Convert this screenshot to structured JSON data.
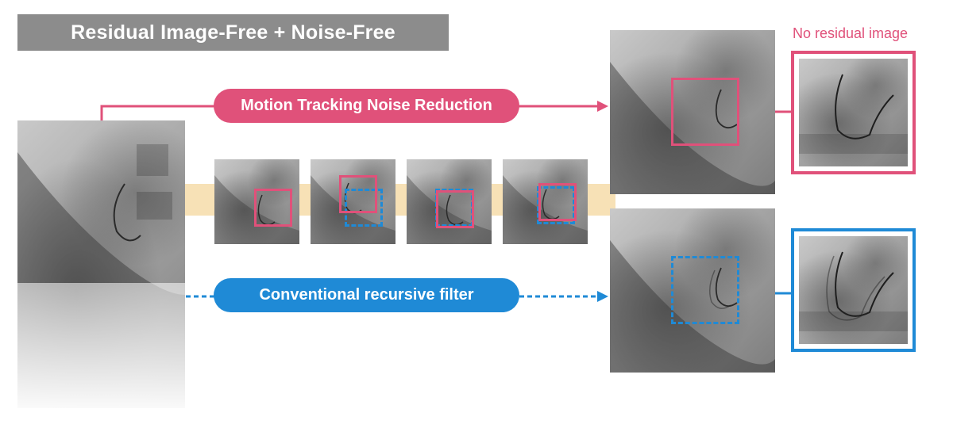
{
  "title": "Residual Image-Free + Noise-Free",
  "paths": {
    "pink_label": "Motion Tracking Noise Reduction",
    "blue_label": "Conventional recursive filter"
  },
  "zoom_caption": "No residual image",
  "colors": {
    "title_bg": "#8c8c8c",
    "pink": "#e0517a",
    "blue": "#1f8ad6",
    "band": "#f7e1b6"
  },
  "frames": [
    {
      "highlight": "pink"
    },
    {
      "highlight": "pink+blue"
    },
    {
      "highlight": "pink+blue"
    },
    {
      "highlight": "pink+blue"
    }
  ]
}
